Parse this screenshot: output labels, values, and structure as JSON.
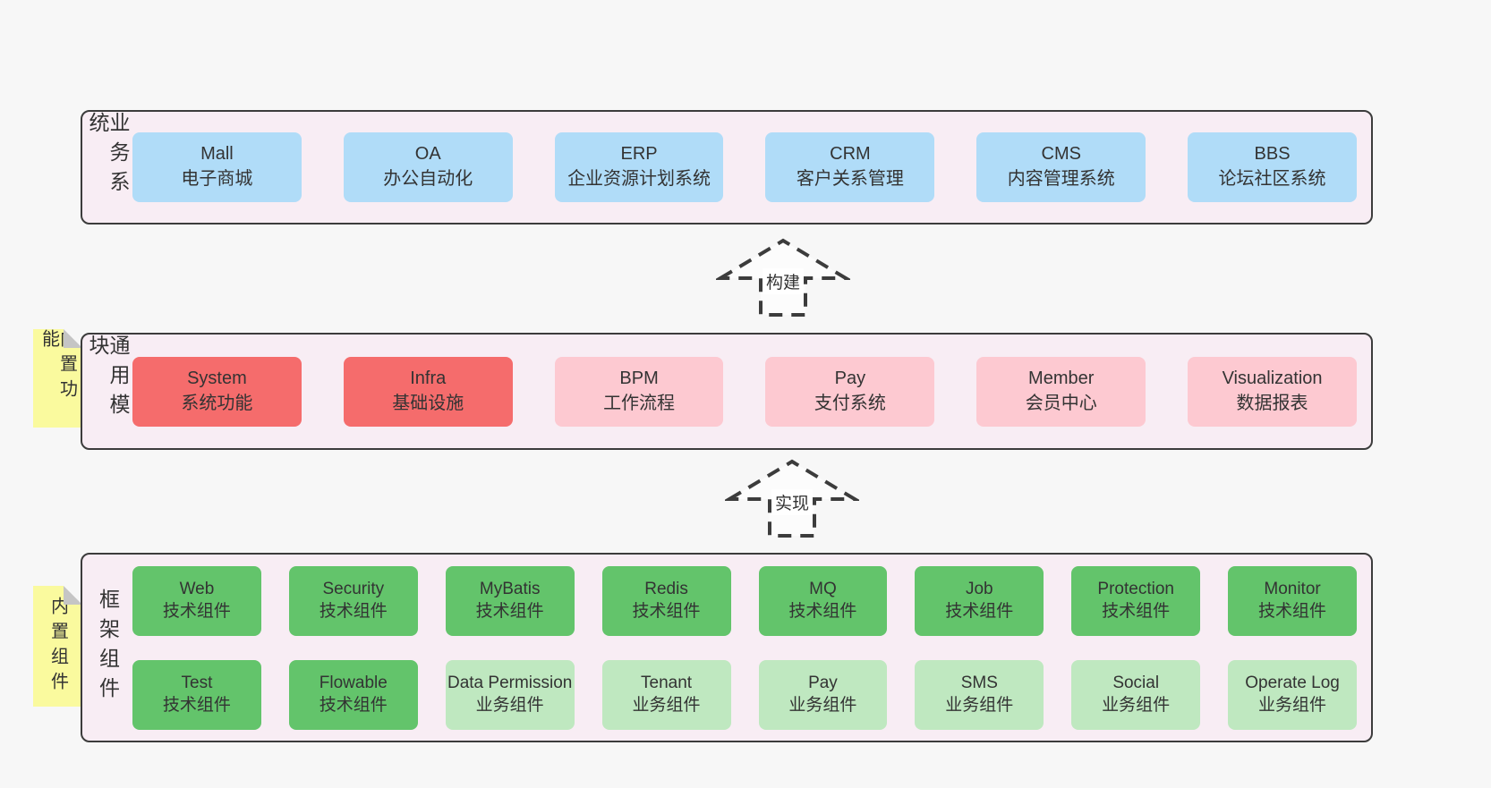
{
  "colors": {
    "page_bg": "#f7f7f7",
    "layer_bg": "#f8edf4",
    "border": "#3c3c3c",
    "blue": "#b0dcf8",
    "red": "#f56c6c",
    "pink": "#fdc9d1",
    "green": "#63c46b",
    "light_green": "#bfe8c0",
    "sticky_yellow": "#fafa9e",
    "sticky_fold_gray": "#c5c5c5"
  },
  "arrows": [
    {
      "label": "构建"
    },
    {
      "label": "实现"
    }
  ],
  "layers": [
    {
      "id": "business-systems",
      "label": "业务系统",
      "boxes": [
        {
          "title": "Mall",
          "subtitle": "电子商城",
          "variant": "blue"
        },
        {
          "title": "OA",
          "subtitle": "办公自动化",
          "variant": "blue"
        },
        {
          "title": "ERP",
          "subtitle": "企业资源计划系统",
          "variant": "blue"
        },
        {
          "title": "CRM",
          "subtitle": "客户关系管理",
          "variant": "blue"
        },
        {
          "title": "CMS",
          "subtitle": "内容管理系统",
          "variant": "blue"
        },
        {
          "title": "BBS",
          "subtitle": "论坛社区系统",
          "variant": "blue"
        }
      ]
    },
    {
      "id": "common-modules",
      "label": "通用模块",
      "sticky": "内置功能",
      "boxes": [
        {
          "title": "System",
          "subtitle": "系统功能",
          "variant": "red"
        },
        {
          "title": "Infra",
          "subtitle": "基础设施",
          "variant": "red"
        },
        {
          "title": "BPM",
          "subtitle": "工作流程",
          "variant": "pink"
        },
        {
          "title": "Pay",
          "subtitle": "支付系统",
          "variant": "pink"
        },
        {
          "title": "Member",
          "subtitle": "会员中心",
          "variant": "pink"
        },
        {
          "title": "Visualization",
          "subtitle": "数据报表",
          "variant": "pink"
        }
      ]
    },
    {
      "id": "framework-components",
      "label": "框架组件",
      "sticky": "内置组件",
      "rows": [
        [
          {
            "title": "Web",
            "subtitle": "技术组件",
            "variant": "green"
          },
          {
            "title": "Security",
            "subtitle": "技术组件",
            "variant": "green"
          },
          {
            "title": "MyBatis",
            "subtitle": "技术组件",
            "variant": "green"
          },
          {
            "title": "Redis",
            "subtitle": "技术组件",
            "variant": "green"
          },
          {
            "title": "MQ",
            "subtitle": "技术组件",
            "variant": "green"
          },
          {
            "title": "Job",
            "subtitle": "技术组件",
            "variant": "green"
          },
          {
            "title": "Protection",
            "subtitle": "技术组件",
            "variant": "green"
          },
          {
            "title": "Monitor",
            "subtitle": "技术组件",
            "variant": "green"
          }
        ],
        [
          {
            "title": "Test",
            "subtitle": "技术组件",
            "variant": "green"
          },
          {
            "title": "Flowable",
            "subtitle": "技术组件",
            "variant": "green"
          },
          {
            "title": "Data Permission",
            "subtitle": "业务组件",
            "variant": "lightgreen"
          },
          {
            "title": "Tenant",
            "subtitle": "业务组件",
            "variant": "lightgreen"
          },
          {
            "title": "Pay",
            "subtitle": "业务组件",
            "variant": "lightgreen"
          },
          {
            "title": "SMS",
            "subtitle": "业务组件",
            "variant": "lightgreen"
          },
          {
            "title": "Social",
            "subtitle": "业务组件",
            "variant": "lightgreen"
          },
          {
            "title": "Operate Log",
            "subtitle": "业务组件",
            "variant": "lightgreen"
          }
        ]
      ]
    }
  ]
}
